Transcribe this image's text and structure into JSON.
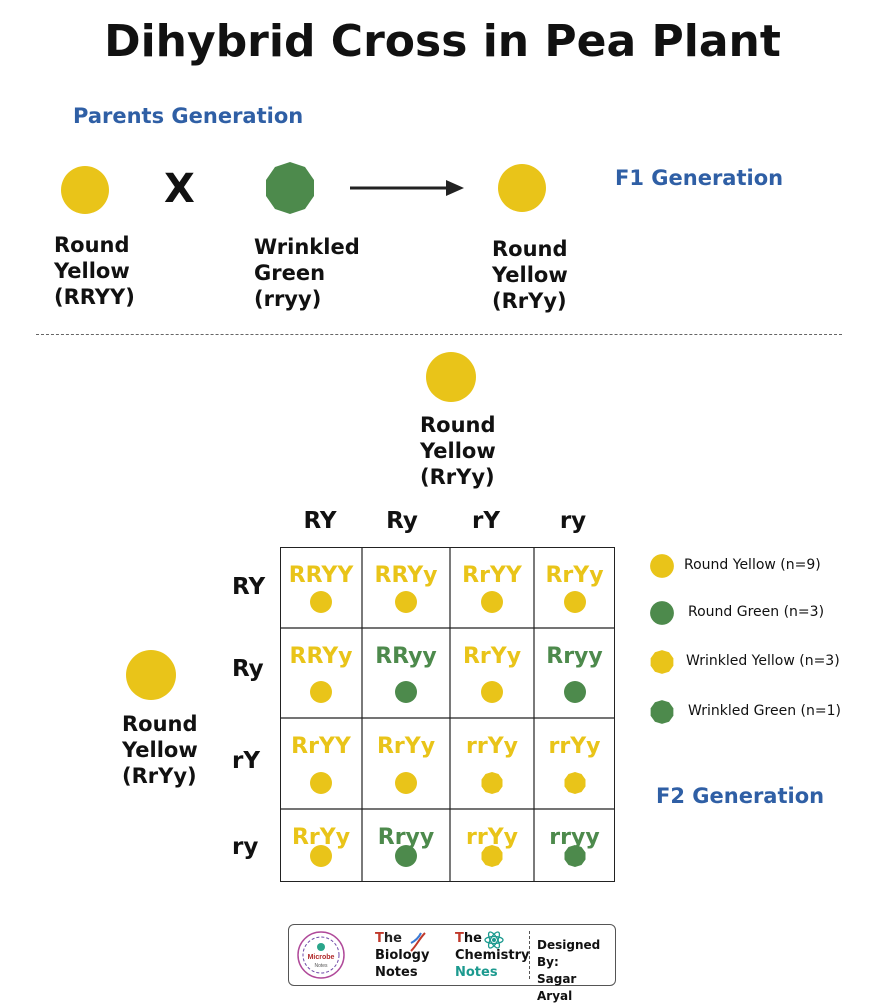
{
  "title": "Dihybrid Cross in Pea Plant",
  "parents_generation_label": "Parents Generation",
  "f1_generation_label": "F1 Generation",
  "f2_generation_label": "F2 Generation",
  "cross_symbol": "X",
  "parent1": {
    "line1": "Round",
    "line2": "Yellow",
    "line3": "(RRYY)"
  },
  "parent2": {
    "line1": "Wrinkled",
    "line2": "Green",
    "line3": "(rryy)"
  },
  "f1": {
    "line1": "Round",
    "line2": "Yellow",
    "line3": "(RrYy)"
  },
  "top_parent": {
    "line1": "Round",
    "line2": "Yellow",
    "line3": "(RrYy)"
  },
  "left_parent": {
    "line1": "Round",
    "line2": "Yellow",
    "line3": "(RrYy)"
  },
  "gametes": [
    "RY",
    "Ry",
    "rY",
    "ry"
  ],
  "punnett": [
    [
      {
        "g": "RRYY",
        "c": "yellow",
        "s": "round"
      },
      {
        "g": "RRYy",
        "c": "yellow",
        "s": "round"
      },
      {
        "g": "RrYY",
        "c": "yellow",
        "s": "round"
      },
      {
        "g": "RrYy",
        "c": "yellow",
        "s": "round"
      }
    ],
    [
      {
        "g": "RRYy",
        "c": "yellow",
        "s": "round"
      },
      {
        "g": "RRyy",
        "c": "green",
        "s": "round"
      },
      {
        "g": "RrYy",
        "c": "yellow",
        "s": "round"
      },
      {
        "g": "Rryy",
        "c": "green",
        "s": "round"
      }
    ],
    [
      {
        "g": "RrYY",
        "c": "yellow",
        "s": "round"
      },
      {
        "g": "RrYy",
        "c": "yellow",
        "s": "round"
      },
      {
        "g": "rrYy",
        "c": "yellow",
        "s": "wrinkled"
      },
      {
        "g": "rrYy",
        "c": "yellow",
        "s": "wrinkled"
      }
    ],
    [
      {
        "g": "RrYy",
        "c": "yellow",
        "s": "round"
      },
      {
        "g": "Rryy",
        "c": "green",
        "s": "round"
      },
      {
        "g": "rrYy",
        "c": "yellow",
        "s": "wrinkled"
      },
      {
        "g": "rryy",
        "c": "green",
        "s": "wrinkled"
      }
    ]
  ],
  "legend": [
    {
      "label": "Round Yellow (n=9)",
      "c": "yellow",
      "s": "round"
    },
    {
      "label": "Round Green (n=3)",
      "c": "green",
      "s": "round"
    },
    {
      "label": "Wrinkled Yellow (n=3)",
      "c": "yellow",
      "s": "wrinkled"
    },
    {
      "label": "Wrinkled Green (n=1)",
      "c": "green",
      "s": "wrinkled"
    }
  ],
  "colors": {
    "yellow": "#e9c419",
    "green": "#4d8a4c",
    "heading_blue": "#2f5fa5"
  },
  "footer": {
    "microbe_line1": "Microbe",
    "microbe_line2": "Notes",
    "biology": [
      "The",
      "Biology",
      "Notes"
    ],
    "chemistry": [
      "The",
      "Chemistry",
      "Notes"
    ],
    "designed_by": "Designed By:",
    "designer": "Sagar Aryal"
  }
}
